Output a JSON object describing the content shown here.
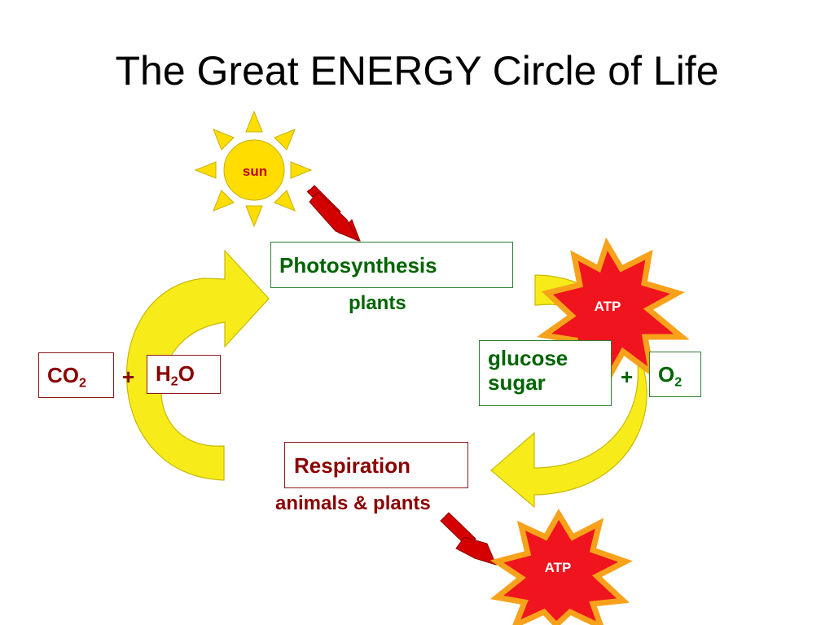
{
  "title": "The Great ENERGY Circle of Life",
  "sun": {
    "label": "sun",
    "color": "#ffdd00"
  },
  "photosynthesis": {
    "label": "Photosynthesis",
    "sublabel": "plants"
  },
  "respiration": {
    "label": "Respiration",
    "sublabel": "animals & plants"
  },
  "reactants": {
    "co2_main": "CO",
    "co2_sub": "2",
    "plus": "+",
    "h2o_pre": "H",
    "h2o_sub": "2",
    "h2o_post": "O"
  },
  "products": {
    "glucose_line1": "glucose",
    "glucose_line2": "sugar",
    "plus": "+",
    "o2_main": "O",
    "o2_sub": "2"
  },
  "atp_top": "ATP",
  "atp_bottom": "ATP",
  "colors": {
    "green_text": "#006400",
    "red_text": "#8b0000",
    "cycle_arrow": "#f7ec1a",
    "burst_fill": "#f0141e",
    "burst_stroke": "#f7a21a",
    "energy_arrow": "#d40000"
  }
}
